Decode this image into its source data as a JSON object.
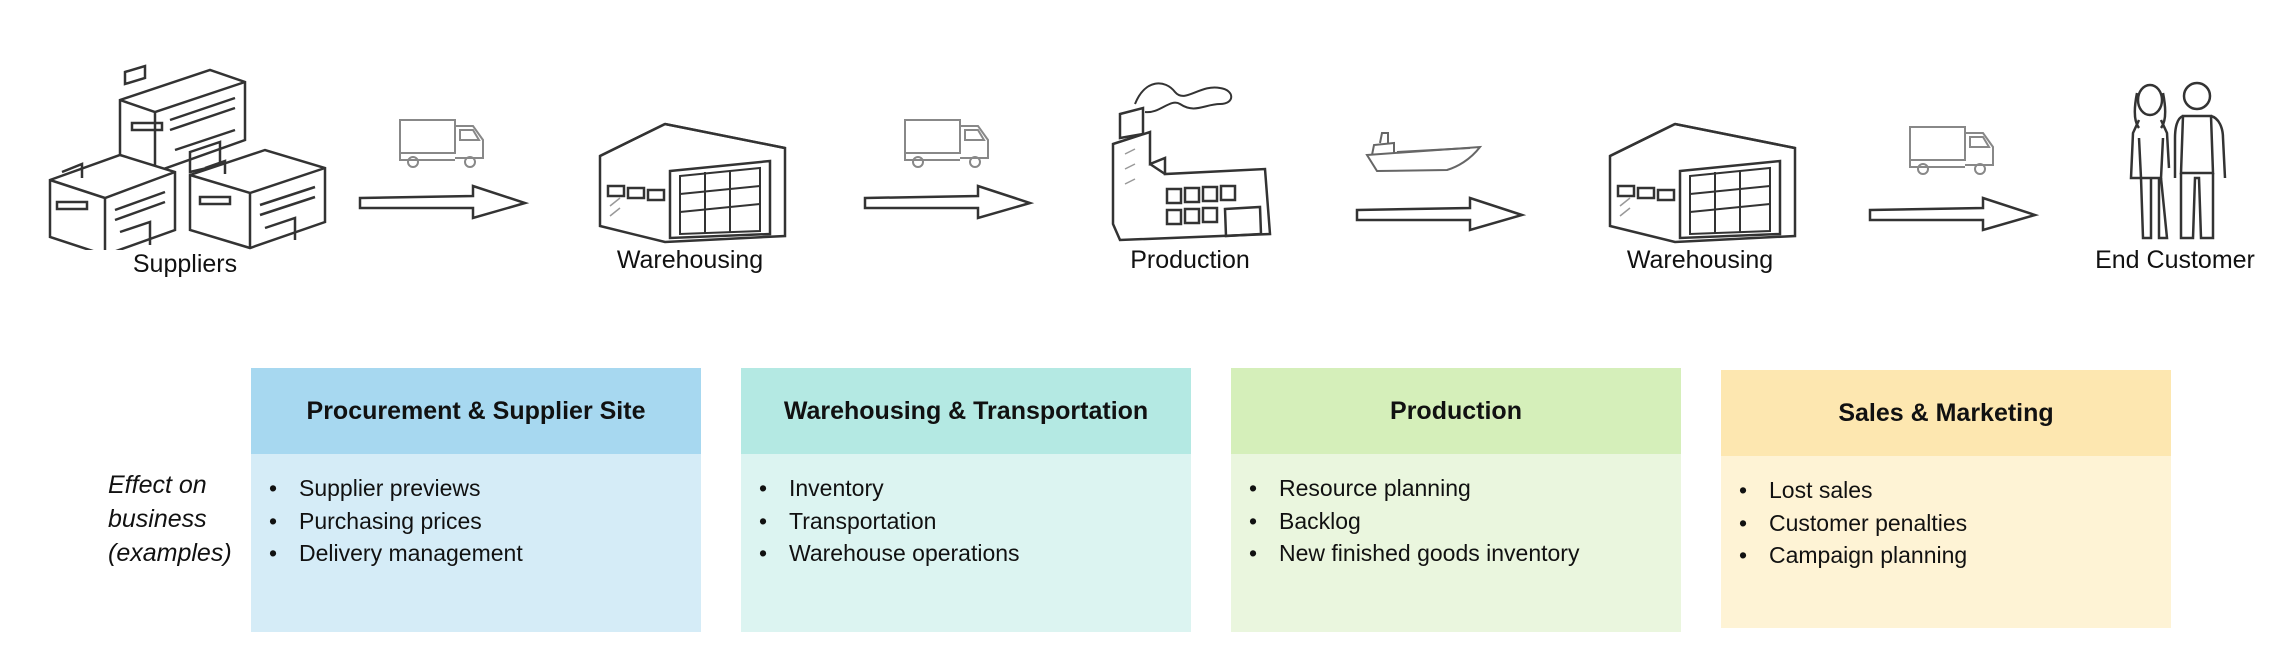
{
  "stages": [
    {
      "label": "Suppliers",
      "icon": "factory-buildings-icon"
    },
    {
      "label": "Warehousing",
      "icon": "warehouse-icon"
    },
    {
      "label": "Production",
      "icon": "factory-icon"
    },
    {
      "label": "Warehousing",
      "icon": "warehouse-icon"
    },
    {
      "label": "End Customer",
      "icon": "customers-icon"
    }
  ],
  "transports": [
    {
      "icon": "truck-icon"
    },
    {
      "icon": "truck-icon"
    },
    {
      "icon": "ship-icon"
    },
    {
      "icon": "truck-icon"
    }
  ],
  "effect_label": {
    "line1": "Effect on",
    "line2": "business",
    "line3": "(examples)"
  },
  "boxes": [
    {
      "title": "Procurement & Supplier Site",
      "header_color": "#a7d8f0",
      "body_color": "#d5ecf7",
      "items": [
        "Supplier previews",
        "Purchasing prices",
        "Delivery management"
      ]
    },
    {
      "title": "Warehousing & Transportation",
      "header_color": "#b4e9e3",
      "body_color": "#dcf4f1",
      "items": [
        "Inventory",
        "Transportation",
        "Warehouse operations"
      ]
    },
    {
      "title": "Production",
      "header_color": "#d5efba",
      "body_color": "#eaf6de",
      "items": [
        "Resource planning",
        "Backlog",
        "New finished goods inventory"
      ]
    },
    {
      "title": "Sales & Marketing",
      "header_color": "#fde7b0",
      "body_color": "#fef3d5",
      "items": [
        "Lost sales",
        "Customer penalties",
        "Campaign planning"
      ]
    }
  ]
}
